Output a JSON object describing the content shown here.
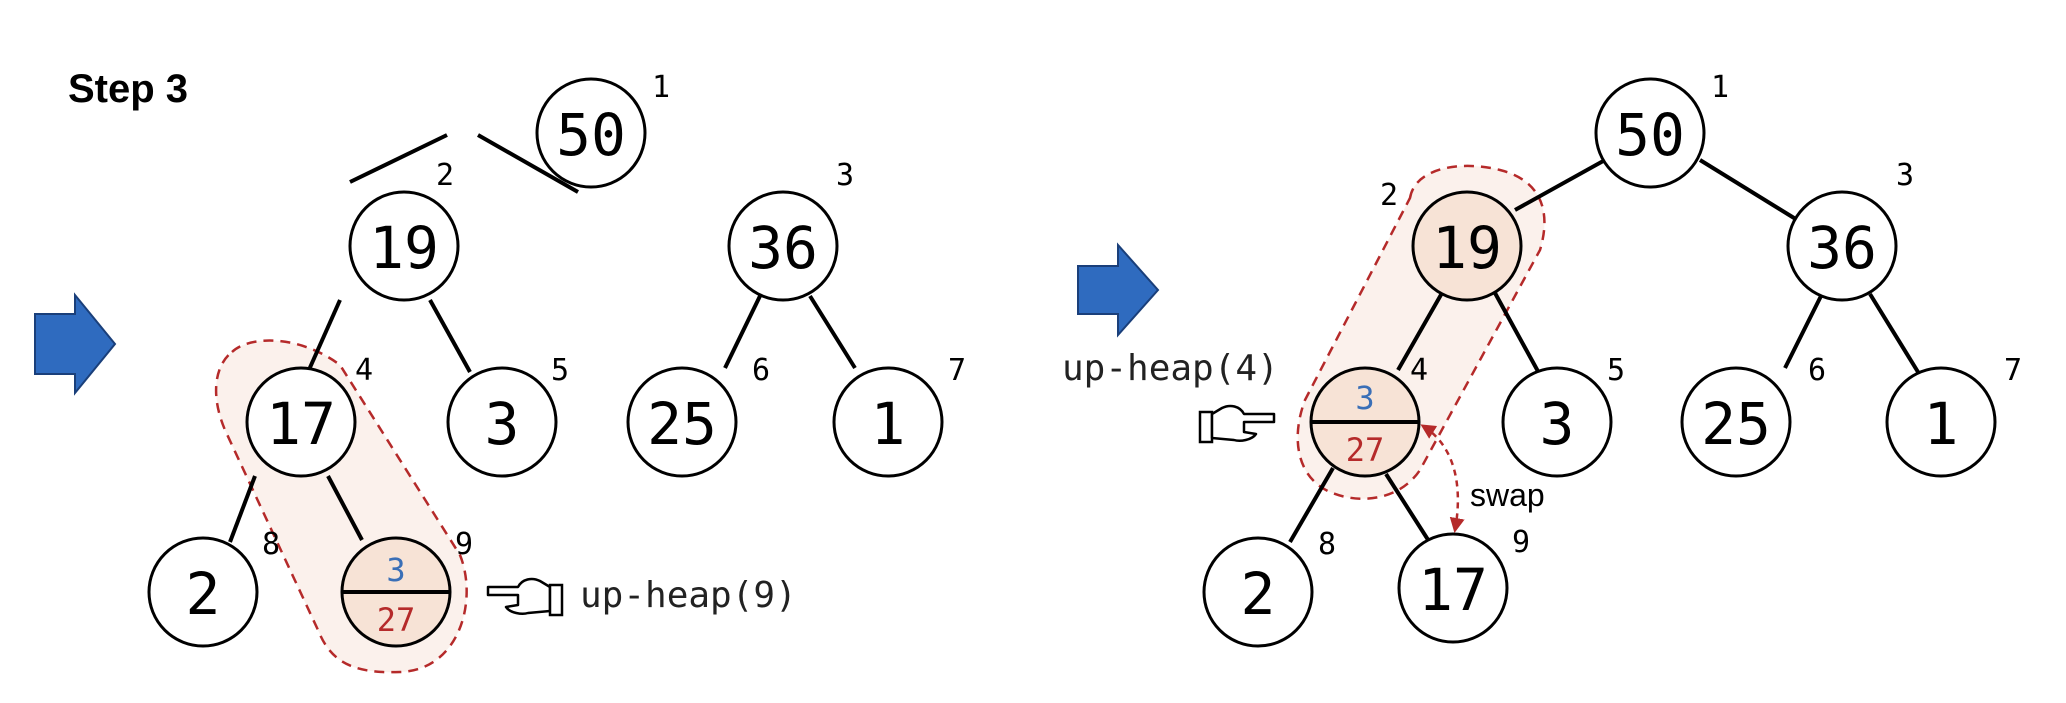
{
  "colors": {
    "highlight_fill": "#f7e3d6",
    "region_fill": "#fbf1ec",
    "region_stroke": "#b52a2a",
    "top_value": "#3a6fb7",
    "bottom_value": "#b52a2a",
    "arrow": "#2f6bbf"
  },
  "step_title": "Step 3",
  "left_tree": {
    "nodes": [
      {
        "id": "n1",
        "value": "50",
        "index": "1"
      },
      {
        "id": "n2",
        "value": "19",
        "index": "2"
      },
      {
        "id": "n3",
        "value": "36",
        "index": "3"
      },
      {
        "id": "n4",
        "value": "17",
        "index": "4"
      },
      {
        "id": "n5",
        "value": "3",
        "index": "5"
      },
      {
        "id": "n6",
        "value": "25",
        "index": "6"
      },
      {
        "id": "n7",
        "value": "1",
        "index": "7"
      },
      {
        "id": "n8",
        "value": "2",
        "index": "8"
      },
      {
        "id": "n9",
        "value_top": "3",
        "value_bottom": "27",
        "index": "9"
      }
    ],
    "call_label": "up-heap(9)",
    "pointer_icon": "pointing-hand-left-icon"
  },
  "right_tree": {
    "nodes": [
      {
        "id": "n1",
        "value": "50",
        "index": "1"
      },
      {
        "id": "n2",
        "value": "19",
        "index": "2"
      },
      {
        "id": "n3",
        "value": "36",
        "index": "3"
      },
      {
        "id": "n4",
        "value_top": "3",
        "value_bottom": "27",
        "index": "4"
      },
      {
        "id": "n5",
        "value": "3",
        "index": "5"
      },
      {
        "id": "n6",
        "value": "25",
        "index": "6"
      },
      {
        "id": "n7",
        "value": "1",
        "index": "7"
      },
      {
        "id": "n8",
        "value": "2",
        "index": "8"
      },
      {
        "id": "n9",
        "value": "17",
        "index": "9"
      }
    ],
    "call_label": "up-heap(4)",
    "pointer_icon": "pointing-hand-right-icon",
    "swap_label": "swap"
  }
}
